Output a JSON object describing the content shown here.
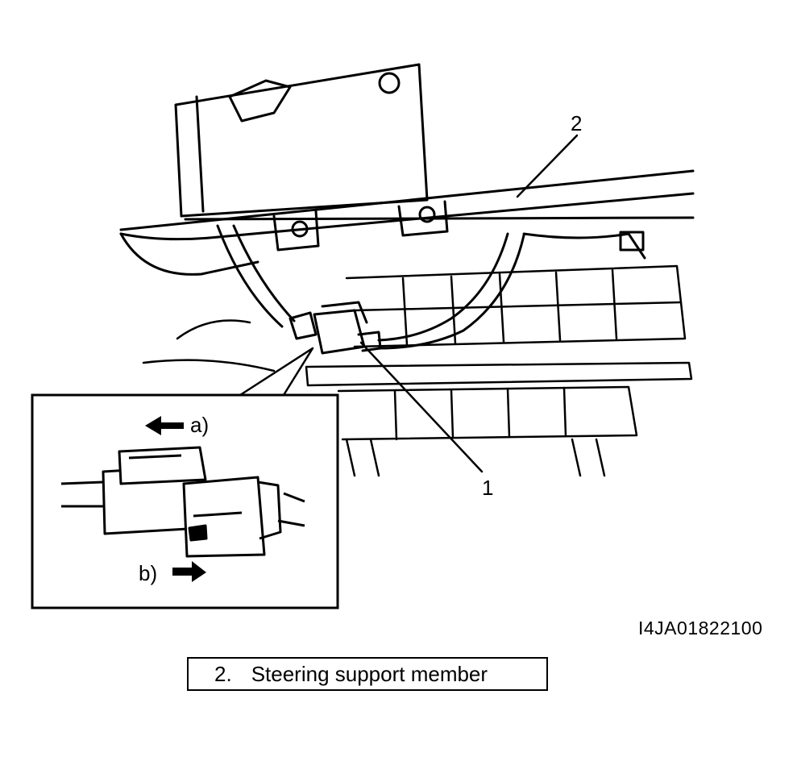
{
  "callouts": {
    "one": "1",
    "two": "2"
  },
  "inset": {
    "label_a": "a)",
    "label_b": "b)"
  },
  "figure_code": "I4JA01822100",
  "legend": {
    "number": "2.",
    "text": "Steering support member"
  },
  "colors": {
    "line": "#000000",
    "background": "#ffffff"
  }
}
